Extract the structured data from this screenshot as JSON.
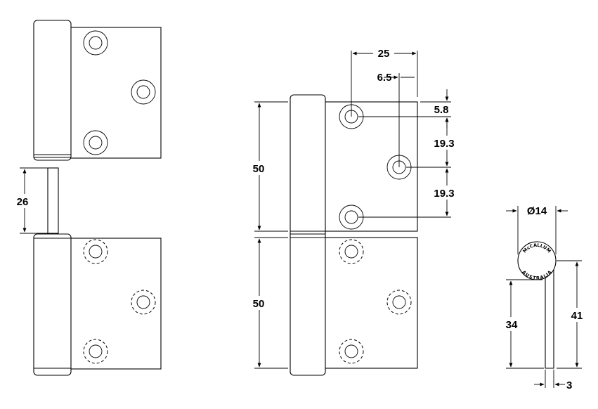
{
  "dimensions": {
    "pin_length": "26",
    "leaf_height_top": "50",
    "leaf_height_bottom": "50",
    "hole_offset_horizontal": "25",
    "hole_offset_small": "6.5",
    "hole_from_top": "5.8",
    "hole_spacing_1": "19.3",
    "hole_spacing_2": "19.3",
    "knuckle_diameter": "Ø14",
    "profile_height_inner": "34",
    "profile_height_outer": "41",
    "leaf_thickness": "3"
  },
  "seal": {
    "top_text": "McCALLUM",
    "bottom_text": "AUSTRALIA"
  }
}
